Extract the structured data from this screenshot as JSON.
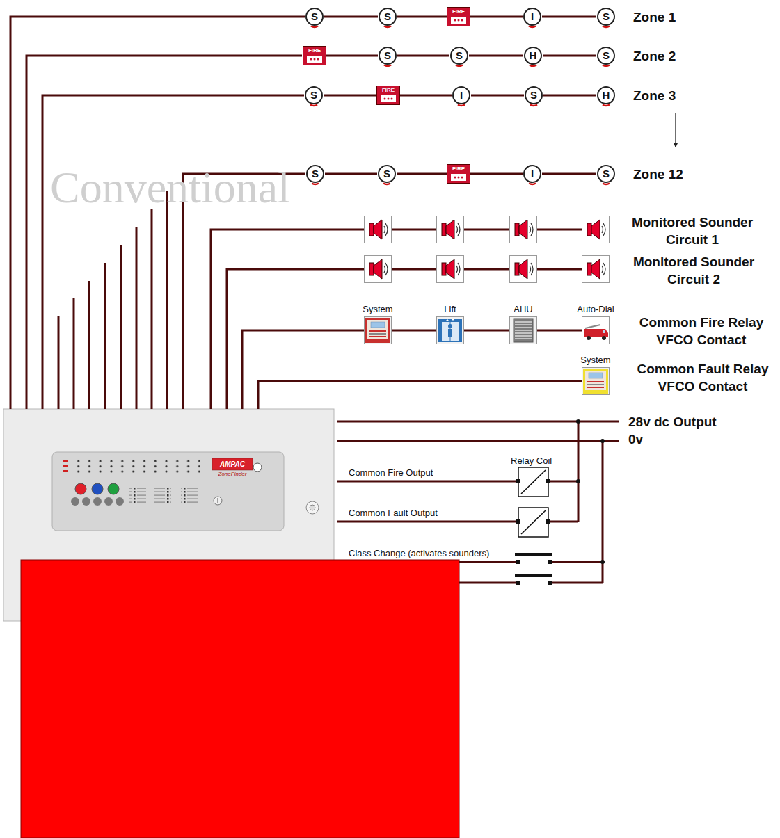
{
  "diagram": {
    "nodes": [
      {
        "text": [
          "S"
        ]
      },
      {
        "text": [
          "S"
        ]
      },
      {
        "text": [
          "FIRE"
        ]
      },
      {
        "text": [
          "I"
        ]
      },
      {
        "text": [
          "S"
        ]
      },
      {
        "text": [
          "FIRE"
        ]
      },
      {
        "text": [
          "S"
        ]
      },
      {
        "text": [
          "S"
        ]
      },
      {
        "text": [
          "H"
        ]
      },
      {
        "text": [
          "S"
        ]
      },
      {
        "text": [
          "S"
        ]
      },
      {
        "text": [
          "FIRE"
        ]
      },
      {
        "text": [
          "I"
        ]
      },
      {
        "text": [
          "S"
        ]
      },
      {
        "text": [
          "H"
        ]
      },
      {
        "text": [
          "S"
        ]
      },
      {
        "text": [
          "S"
        ]
      },
      {
        "text": [
          "FIRE"
        ]
      },
      {
        "text": [
          "I"
        ]
      },
      {
        "text": [
          "S"
        ]
      },
      {
        "text": [
          "System"
        ]
      },
      {
        "text": [
          "Lift"
        ]
      },
      {
        "text": [
          "AHU"
        ]
      },
      {
        "text": [
          "Auto-Dial"
        ]
      },
      {
        "text": [
          "System"
        ]
      }
    ],
    "edges": [
      {
        "from": 0,
        "to": 1,
        "arrow": "none"
      },
      {
        "from": 1,
        "to": 2,
        "arrow": "none"
      },
      {
        "from": 2,
        "to": 3,
        "arrow": "none"
      },
      {
        "from": 3,
        "to": 4,
        "arrow": "none"
      },
      {
        "from": 5,
        "to": 6,
        "arrow": "none"
      },
      {
        "from": 6,
        "to": 7,
        "arrow": "none"
      },
      {
        "from": 7,
        "to": 8,
        "arrow": "none"
      },
      {
        "from": 8,
        "to": 9,
        "arrow": "none"
      },
      {
        "from": 10,
        "to": 11,
        "arrow": "none"
      },
      {
        "from": 11,
        "to": 12,
        "arrow": "none"
      },
      {
        "from": 12,
        "to": 13,
        "arrow": "none"
      },
      {
        "from": 13,
        "to": 14,
        "arrow": "none"
      },
      {
        "from": 15,
        "to": 16,
        "arrow": "none"
      },
      {
        "from": 16,
        "to": 17,
        "arrow": "none"
      },
      {
        "from": 17,
        "to": 18,
        "arrow": "none"
      },
      {
        "from": 18,
        "to": 19,
        "arrow": "none"
      },
      {
        "from": 20,
        "to": 21,
        "arrow": "none"
      },
      {
        "from": 21,
        "to": 22,
        "arrow": "none"
      },
      {
        "from": 22,
        "to": 23,
        "arrow": "none"
      }
    ],
    "labels": [
      "Zone 1",
      "Zone 2",
      "Zone 3",
      "Zone 12",
      "Conventional",
      "Monitored Sounder Circuit 1",
      "Monitored Sounder Circuit 2",
      "Common Fire Relay VFCO Contact",
      "Common Fault Relay VFCO Contact",
      "28v dc Output",
      "0v",
      "Relay Coil",
      "Common Fire Output",
      "Common Fault Output",
      "Class Change (activates sounders)",
      "AMPAC",
      "ZoneFinder"
    ]
  }
}
